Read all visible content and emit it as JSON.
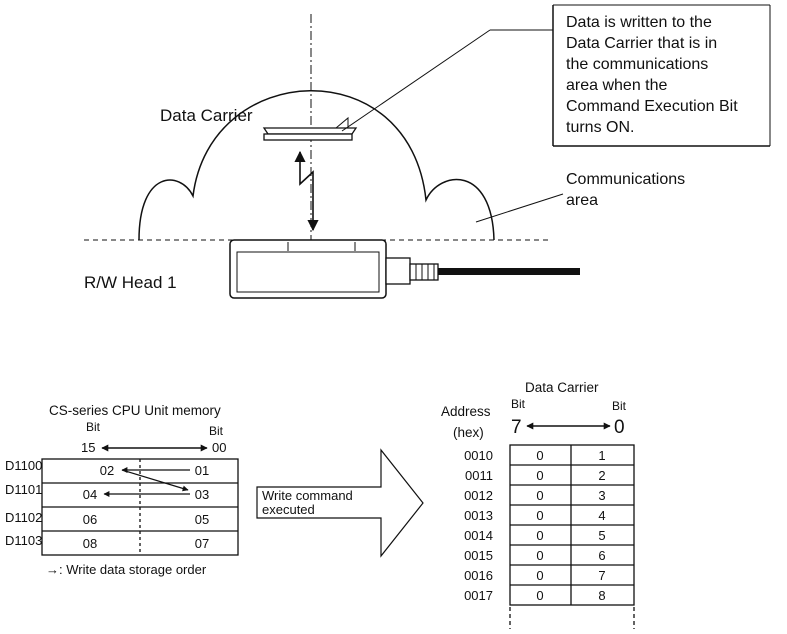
{
  "callout_lines": [
    "Data is written to the",
    "Data Carrier that is in",
    "the communications",
    "area when the",
    "Command Execution Bit",
    "turns ON."
  ],
  "labels": {
    "data_carrier": "Data Carrier",
    "comm_area_1": "Communications",
    "comm_area_2": "area",
    "rw_head": "R/W Head 1"
  },
  "cpu_memory": {
    "title": "CS-series CPU Unit memory",
    "bit_word": "Bit",
    "bit_high": "15",
    "bit_low": "00",
    "rows": [
      {
        "address": "D1100",
        "high": "02",
        "low": "01"
      },
      {
        "address": "D1101",
        "high": "04",
        "low": "03"
      },
      {
        "address": "D1102",
        "high": "06",
        "low": "05"
      },
      {
        "address": "D1103",
        "high": "08",
        "low": "07"
      }
    ],
    "note": "→: Write data storage order"
  },
  "write_arrow": {
    "line1": "Write command",
    "line2": "executed"
  },
  "carrier_table": {
    "title": "Data Carrier",
    "address_label": "Address",
    "hex_label": "(hex)",
    "bit_word": "Bit",
    "bit_high": "7",
    "bit_low": "0",
    "rows": [
      {
        "address": "0010",
        "high": "0",
        "low": "1"
      },
      {
        "address": "0011",
        "high": "0",
        "low": "2"
      },
      {
        "address": "0012",
        "high": "0",
        "low": "3"
      },
      {
        "address": "0013",
        "high": "0",
        "low": "4"
      },
      {
        "address": "0014",
        "high": "0",
        "low": "5"
      },
      {
        "address": "0015",
        "high": "0",
        "low": "6"
      },
      {
        "address": "0016",
        "high": "0",
        "low": "7"
      },
      {
        "address": "0017",
        "high": "0",
        "low": "8"
      }
    ]
  }
}
